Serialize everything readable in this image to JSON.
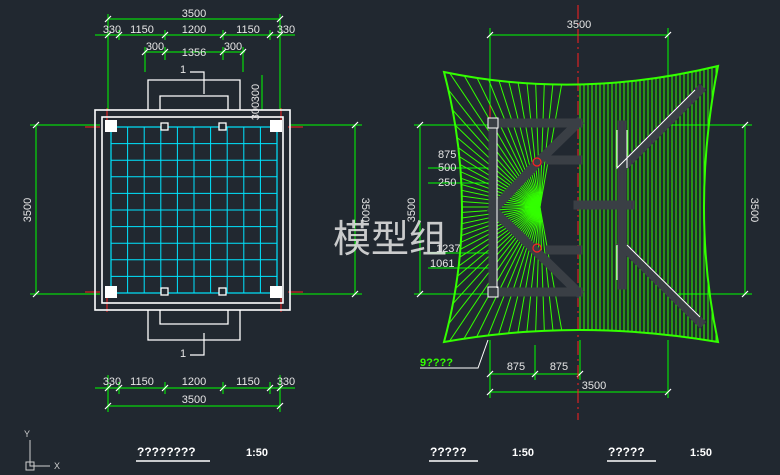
{
  "watermark": "模型组",
  "plan": {
    "dims_top_row": [
      "330",
      "1150",
      "1200",
      "1150",
      "330"
    ],
    "dim_top_total": "3500",
    "dims_inner": [
      "300",
      "1356",
      "300"
    ],
    "dims_small_right": "300",
    "dims_small_right2": "300",
    "dim_left": "3500",
    "dim_right": "3500",
    "section_mark_top": "1",
    "section_mark_bottom": "1",
    "dims_bottom_row": [
      "330",
      "1150",
      "1200",
      "1150",
      "330"
    ],
    "dim_bottom_total": "3500",
    "title": "????????",
    "scale": "1:50"
  },
  "roof": {
    "dim_top": "3500",
    "dim_left": "3500",
    "dim_right": "3500",
    "callouts": [
      "875",
      "500",
      "250",
      "1237",
      "1061"
    ],
    "leader_label": "9????",
    "dims_bottom": [
      "875",
      "875"
    ],
    "dim_bottom_total": "3500",
    "title_left": "?????",
    "scale_left": "1:50",
    "title_right": "?????",
    "scale_right": "1:50"
  },
  "colors": {
    "background": "#212830",
    "dimension_lines": "#00ff00",
    "grid": "#00e5ff",
    "axis_red": "#ff2020",
    "roof_green": "#33ff00",
    "beam_gray": "#3a3f45"
  },
  "axis_indicator": {
    "y": "Y",
    "x": "X"
  }
}
